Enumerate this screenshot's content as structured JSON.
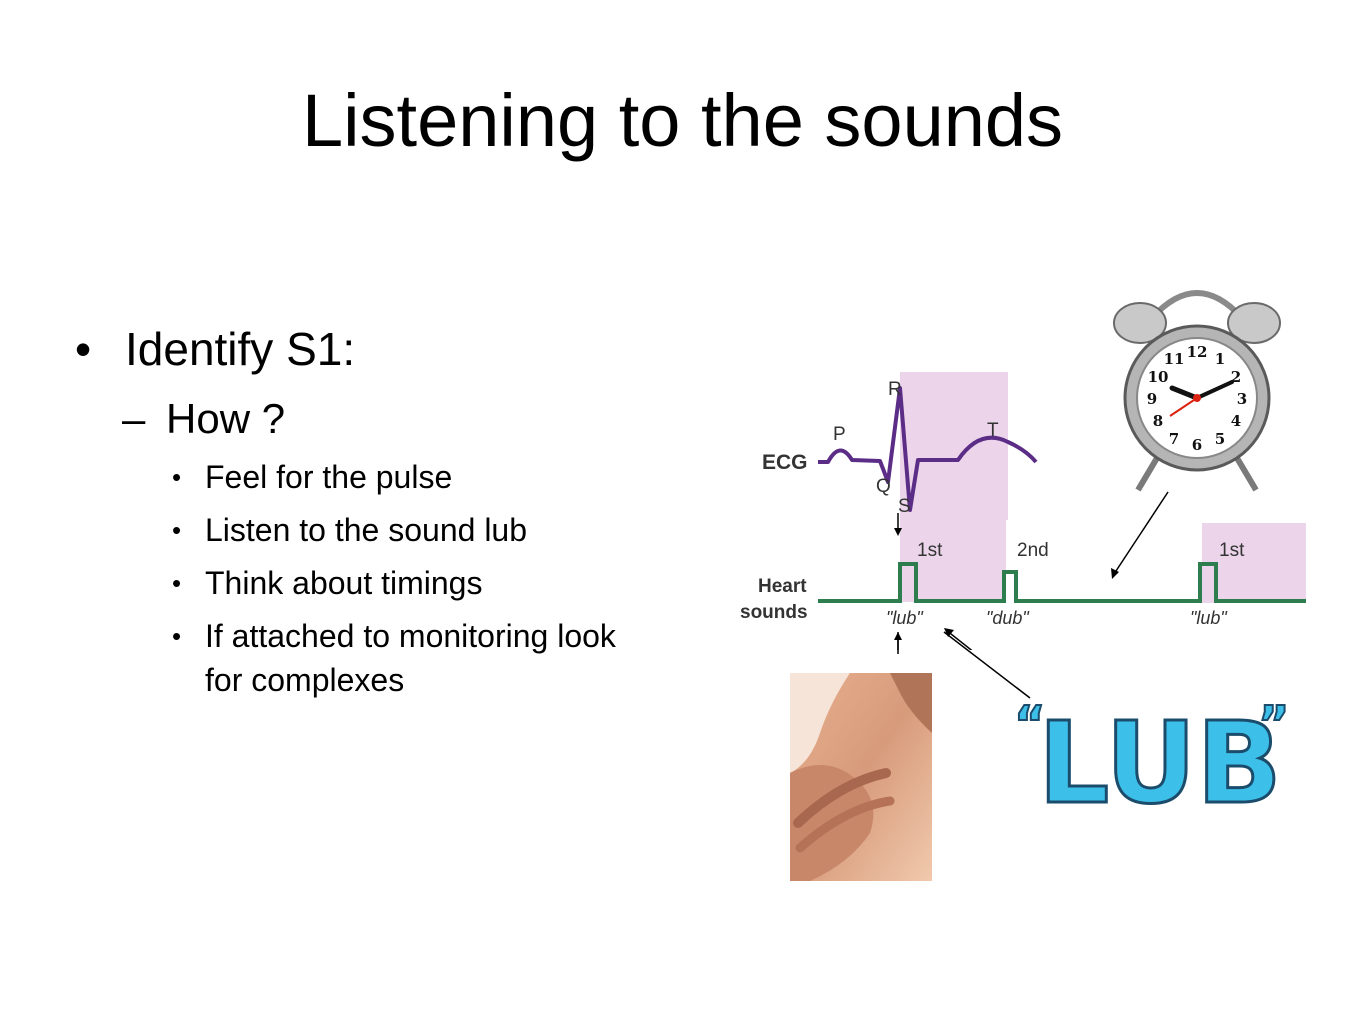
{
  "slide": {
    "title": "Listening to the sounds",
    "bullet": "Identify S1:",
    "sub_bullet": "How ?",
    "items": [
      "Feel for the pulse",
      "Listen to the sound lub",
      "Think about timings",
      "If attached to monitoring look for complexes"
    ]
  },
  "diagram": {
    "ecg_label": "ECG",
    "heart_label_line1": "Heart",
    "heart_label_line2": "sounds",
    "waves": {
      "p": "P",
      "q": "Q",
      "r": "R",
      "s": "S",
      "t": "T"
    },
    "sound_markers": [
      "1st",
      "2nd",
      "1st"
    ],
    "sound_names": [
      "\"lub\"",
      "\"dub\"",
      "\"lub\""
    ],
    "ecg_color": "#5b2d86",
    "sound_color": "#2e7d4f",
    "highlight_color": "#ecd5ea"
  },
  "illustrations": {
    "clock_icon": "alarm-clock-icon",
    "photo": "neck-pulse-photo",
    "lub_text": "LUB",
    "lub_color": "#3cbfe9"
  }
}
